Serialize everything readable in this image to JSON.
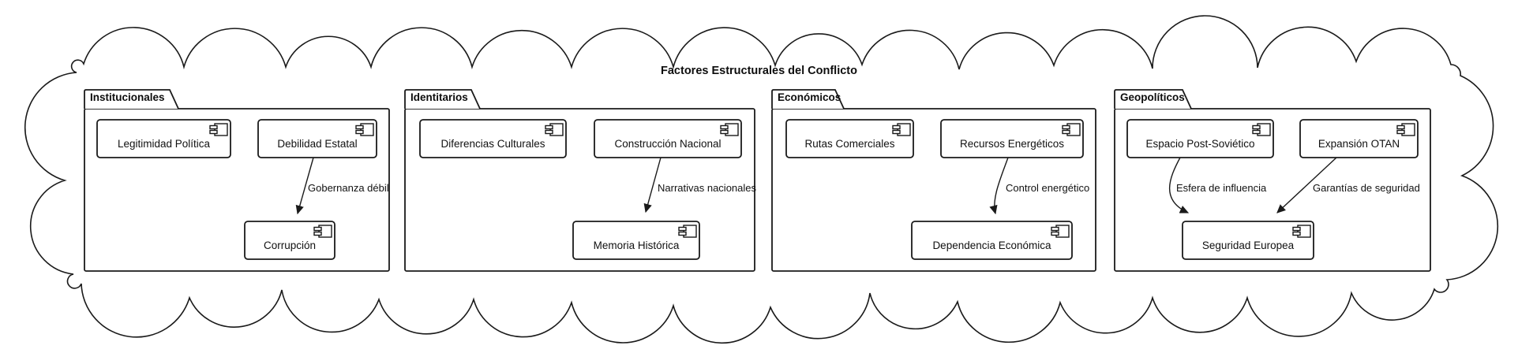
{
  "colors": {
    "stroke": "#1a1a1a",
    "background": "#ffffff"
  },
  "diagram": {
    "title": "Factores Estructurales del Conflicto",
    "outer_shape": "cloud"
  },
  "icons": {
    "component": "component-icon"
  },
  "packages": [
    {
      "name": "Institucionales",
      "components": [
        {
          "label": "Legitimidad Política"
        },
        {
          "label": "Debilidad Estatal"
        },
        {
          "label": "Corrupción"
        }
      ],
      "edges": [
        {
          "from": "Debilidad Estatal",
          "to": "Corrupción",
          "label": "Gobernanza débil"
        }
      ]
    },
    {
      "name": "Identitarios",
      "components": [
        {
          "label": "Diferencias Culturales"
        },
        {
          "label": "Construcción Nacional"
        },
        {
          "label": "Memoria Histórica"
        }
      ],
      "edges": [
        {
          "from": "Construcción Nacional",
          "to": "Memoria Histórica",
          "label": "Narrativas nacionales"
        }
      ]
    },
    {
      "name": "Económicos",
      "components": [
        {
          "label": "Rutas Comerciales"
        },
        {
          "label": "Recursos Energéticos"
        },
        {
          "label": "Dependencia Económica"
        }
      ],
      "edges": [
        {
          "from": "Recursos Energéticos",
          "to": "Dependencia Económica",
          "label": "Control energético"
        }
      ]
    },
    {
      "name": "Geopolíticos",
      "components": [
        {
          "label": "Espacio Post-Soviético"
        },
        {
          "label": "Expansión OTAN"
        },
        {
          "label": "Seguridad Europea"
        }
      ],
      "edges": [
        {
          "from": "Espacio Post-Soviético",
          "to": "Seguridad Europea",
          "label": "Esfera de influencia"
        },
        {
          "from": "Expansión OTAN",
          "to": "Seguridad Europea",
          "label": "Garantías de seguridad"
        }
      ]
    }
  ]
}
